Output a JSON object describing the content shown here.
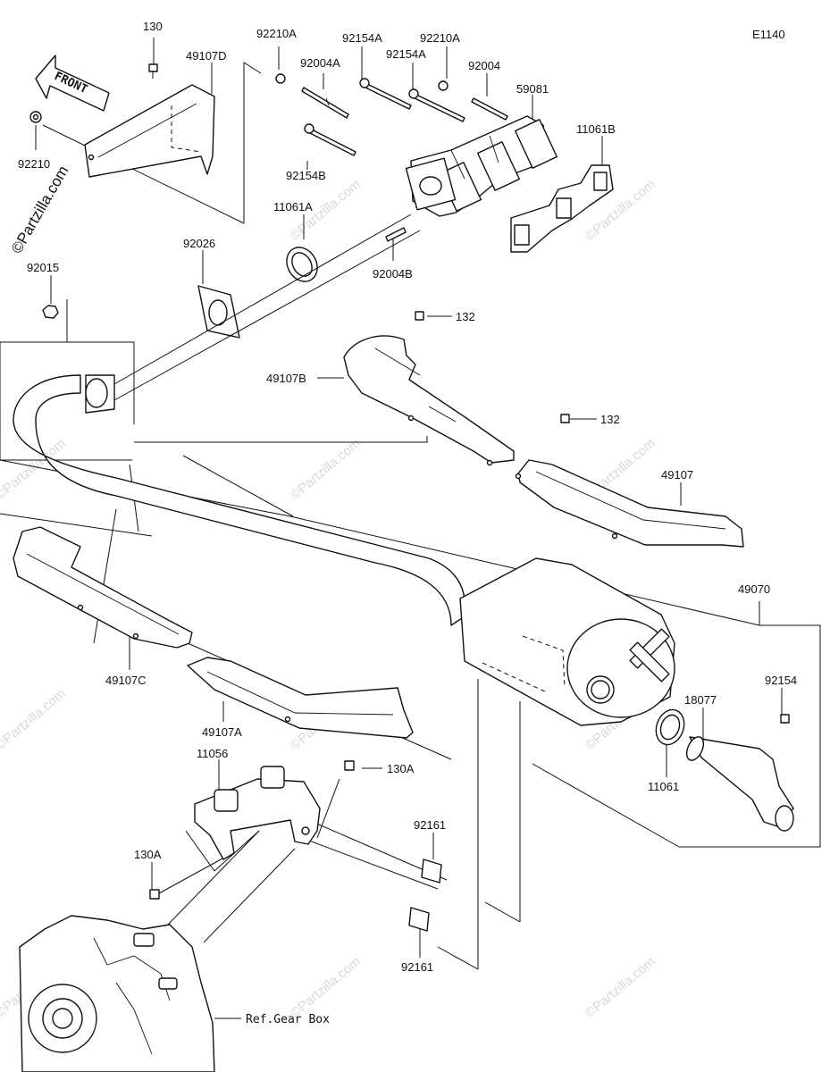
{
  "diagram": {
    "code": "E1140",
    "copyright": "©Partzilla.com",
    "watermark": "©Partzilla.com",
    "front_arrow": "FRONT",
    "ref_note": "Ref.Gear Box"
  },
  "labels": {
    "p130": "130",
    "p49107D": "49107D",
    "p92210": "92210",
    "p92210A_1": "92210A",
    "p92004A": "92004A",
    "p92154A_1": "92154A",
    "p92154A_2": "92154A",
    "p92210A_2": "92210A",
    "p92004": "92004",
    "p59081": "59081",
    "p11061B": "11061B",
    "p92154B": "92154B",
    "p11061A": "11061A",
    "p92026": "92026",
    "p92004B": "92004B",
    "p92015": "92015",
    "p132_1": "132",
    "p49107B": "49107B",
    "p132_2": "132",
    "p49107": "49107",
    "p49070": "49070",
    "p49107C": "49107C",
    "p49107A": "49107A",
    "p92154": "92154",
    "p18077": "18077",
    "p11061": "11061",
    "p11056": "11056",
    "p130A_1": "130A",
    "p130A_2": "130A",
    "p92161_1": "92161",
    "p92161_2": "92161"
  }
}
